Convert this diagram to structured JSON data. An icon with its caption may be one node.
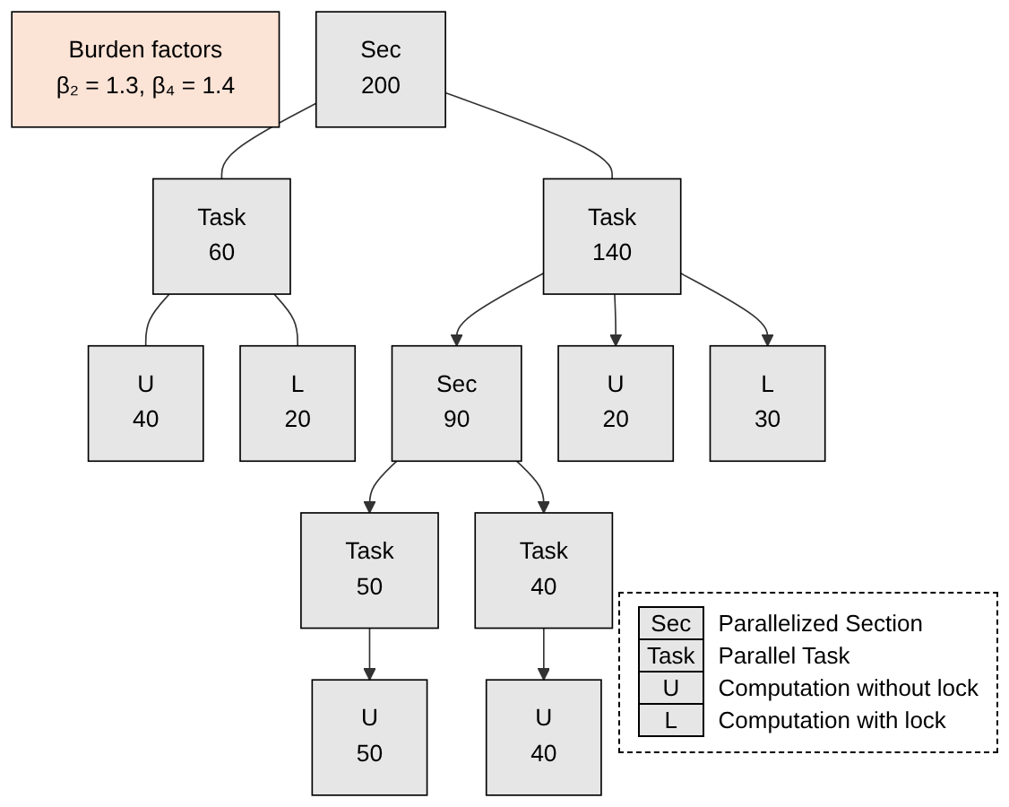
{
  "diagram": {
    "nodes": [
      {
        "text": [
          "Burden factors",
          "β₂ = 1.3, β₄ = 1.4"
        ]
      },
      {
        "text": [
          "Sec",
          "200"
        ]
      },
      {
        "text": [
          "Task",
          "60"
        ]
      },
      {
        "text": [
          "Task",
          "140"
        ]
      },
      {
        "text": [
          "U",
          "40"
        ]
      },
      {
        "text": [
          "L",
          "20"
        ]
      },
      {
        "text": [
          "Sec",
          "90"
        ]
      },
      {
        "text": [
          "U",
          "20"
        ]
      },
      {
        "text": [
          "L",
          "30"
        ]
      },
      {
        "text": [
          "Task",
          "50"
        ]
      },
      {
        "text": [
          "Task",
          "40"
        ]
      },
      {
        "text": [
          "U",
          "50"
        ]
      },
      {
        "text": [
          "U",
          "40"
        ]
      }
    ],
    "edges": [
      {
        "from": 1,
        "to": 2,
        "arrow": "none"
      },
      {
        "from": 1,
        "to": 3,
        "arrow": "none"
      },
      {
        "from": 2,
        "to": 4,
        "arrow": "none"
      },
      {
        "from": 2,
        "to": 5,
        "arrow": "none"
      },
      {
        "from": 3,
        "to": 6,
        "arrow": "to"
      },
      {
        "from": 3,
        "to": 7,
        "arrow": "to"
      },
      {
        "from": 3,
        "to": 8,
        "arrow": "to"
      },
      {
        "from": 6,
        "to": 9,
        "arrow": "to"
      },
      {
        "from": 6,
        "to": 10,
        "arrow": "to"
      },
      {
        "from": 9,
        "to": 11,
        "arrow": "to"
      },
      {
        "from": 10,
        "to": 12,
        "arrow": "to"
      }
    ],
    "labels": [
      "Sec",
      "Parallelized Section",
      "Task",
      "Parallel Task",
      "U",
      "Computation without lock",
      "L",
      "Computation with lock"
    ]
  }
}
